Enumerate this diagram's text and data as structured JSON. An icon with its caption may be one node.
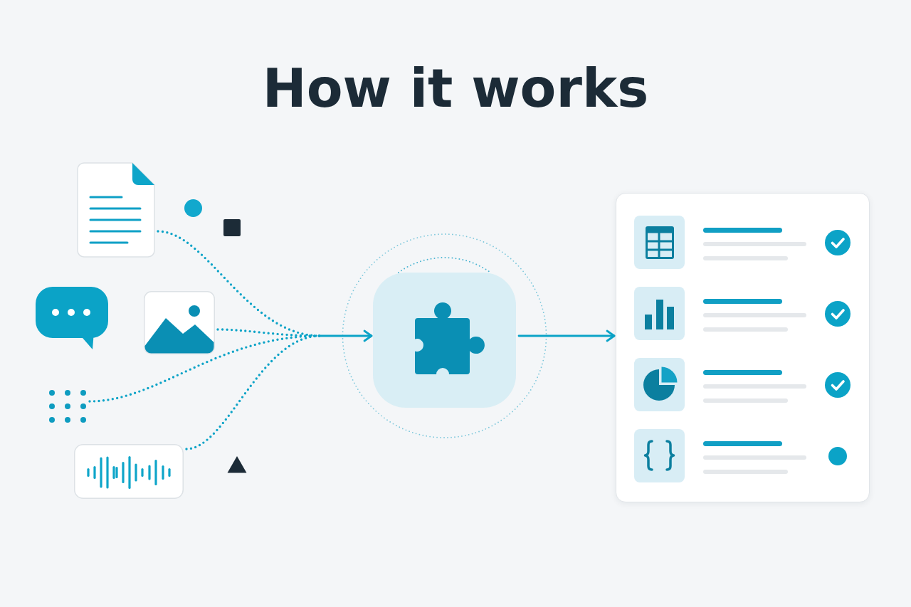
{
  "diagram": {
    "title": "How it works",
    "nodes": [
      {
        "text": [],
        "shape": "picture"
      },
      {
        "text": [],
        "shape": "picture"
      },
      {
        "text": [],
        "shape": "picture"
      },
      {
        "text": [],
        "shape": "picture"
      },
      {
        "text": [],
        "shape": "picture"
      },
      {
        "text": [],
        "shape": "picture"
      },
      {
        "text": [],
        "shape": "box"
      }
    ],
    "edges": [
      {
        "from": 0,
        "to": 5,
        "arrow": "to",
        "style": "dashed"
      },
      {
        "from": 2,
        "to": 5,
        "arrow": "to",
        "style": "dashed"
      },
      {
        "from": 3,
        "to": 5,
        "arrow": "to",
        "style": "dashed"
      },
      {
        "from": 4,
        "to": 5,
        "arrow": "to",
        "style": "dashed"
      },
      {
        "from": 5,
        "to": 6,
        "arrow": "to"
      }
    ]
  }
}
